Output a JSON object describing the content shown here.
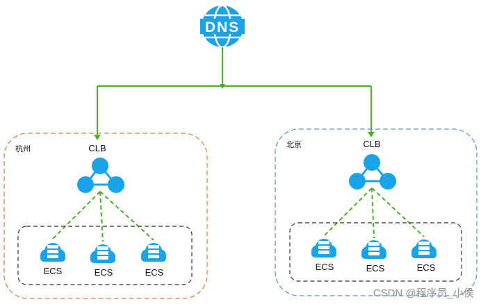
{
  "dns": {
    "icon": "dns-globe-icon",
    "label": "DNS",
    "color": "#1aa3e8"
  },
  "regions": [
    {
      "name": "杭州",
      "border_color": "#e0844a",
      "clb": {
        "label": "CLB",
        "icon": "load-balancer-icon"
      },
      "ecs": [
        {
          "label": "ECS"
        },
        {
          "label": "ECS"
        },
        {
          "label": "ECS"
        }
      ]
    },
    {
      "name": "北京",
      "border_color": "#5b9bd5",
      "clb": {
        "label": "CLB",
        "icon": "load-balancer-icon"
      },
      "ecs": [
        {
          "label": "ECS"
        },
        {
          "label": "ECS"
        },
        {
          "label": "ECS"
        }
      ]
    }
  ],
  "colors": {
    "connector": "#4caf2a",
    "icon_fill": "#1aa3e8",
    "ecs_group_border": "#333333"
  },
  "watermark": "CSDN @程序员_小侯"
}
